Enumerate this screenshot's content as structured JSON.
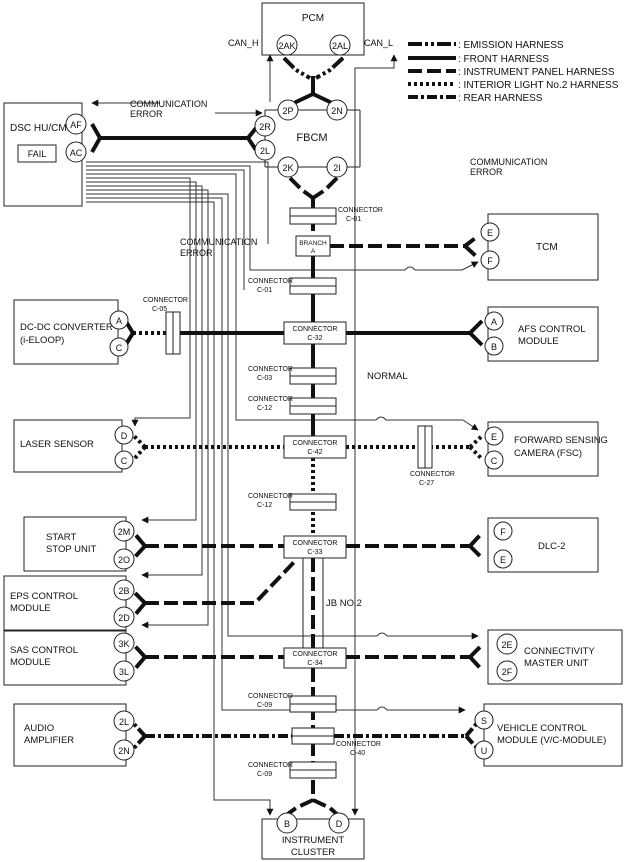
{
  "legend": [
    {
      "style": "emission",
      "label": ": EMISSION HARNESS"
    },
    {
      "style": "front",
      "label": ": FRONT HARNESS"
    },
    {
      "style": "ipanel",
      "label": ": INSTRUMENT PANEL HARNESS"
    },
    {
      "style": "interior",
      "label": ": INTERIOR LIGHT No.2 HARNESS"
    },
    {
      "style": "rear",
      "label": ": REAR HARNESS"
    }
  ],
  "modules": {
    "pcm": {
      "title": "PCM",
      "pins": [
        "2AK",
        "2AL"
      ],
      "can_h": "CAN_H",
      "can_l": "CAN_L"
    },
    "fbcm": {
      "title": "FBCM",
      "pins": [
        "2P",
        "2N",
        "2R",
        "2L",
        "2K",
        "2I"
      ]
    },
    "dsc": {
      "line1": "DSC HU/CM",
      "fail": "FAIL",
      "pins": [
        "AF",
        "AC"
      ]
    },
    "tcm": {
      "title": "TCM",
      "pins": [
        "E",
        "F"
      ]
    },
    "dcdc": {
      "line1": "DC-DC CONVERTER",
      "line2": "(i-ELOOP)",
      "pins": [
        "A",
        "C"
      ]
    },
    "afs": {
      "line1": "AFS CONTROL",
      "line2": "MODULE",
      "pins": [
        "A",
        "B"
      ]
    },
    "laser": {
      "title": "LASER SENSOR",
      "pins": [
        "D",
        "C"
      ]
    },
    "fsc": {
      "line1": "FORWARD SENSING",
      "line2": "CAMERA (FSC)",
      "pins": [
        "E",
        "C"
      ]
    },
    "start": {
      "line1": "START",
      "line2": "STOP UNIT",
      "pins": [
        "2M",
        "2O"
      ]
    },
    "dlc": {
      "title": "DLC-2",
      "pins": [
        "F",
        "E"
      ]
    },
    "eps": {
      "line1": "EPS CONTROL",
      "line2": "MODULE",
      "pins": [
        "2B",
        "2D"
      ]
    },
    "sas": {
      "line1": "SAS CONTROL",
      "line2": "MODULE",
      "pins": [
        "3K",
        "3L"
      ]
    },
    "cmu": {
      "line1": "CONNECTIVITY",
      "line2": "MASTER UNIT",
      "pins": [
        "2E",
        "2F"
      ]
    },
    "audio": {
      "line1": "AUDIO",
      "line2": "AMPLIFIER",
      "pins": [
        "2L",
        "2N"
      ]
    },
    "vcm": {
      "line1": "VEHICLE CONTROL",
      "line2": "MODULE (V/C-MODULE)",
      "pins": [
        "S",
        "U"
      ]
    },
    "ic": {
      "line1": "INSTRUMENT",
      "line2": "CLUSTER",
      "pins": [
        "B",
        "D"
      ]
    }
  },
  "connectors": {
    "c01_top": {
      "line1": "CONNECTOR",
      "line2": "C-01"
    },
    "branch": {
      "line1": "BRANCH",
      "line2": "A"
    },
    "c01_mid": {
      "line1": "CONNECTOR",
      "line2": "C-01"
    },
    "c05": {
      "line1": "CONNECTOR",
      "line2": "C-05"
    },
    "c32": {
      "line1": "CONNECTOR",
      "line2": "C-32"
    },
    "c03": {
      "line1": "CONNECTOR",
      "line2": "C-03"
    },
    "c12_a": {
      "line1": "CONNECTOR",
      "line2": "C-12"
    },
    "c42": {
      "line1": "CONNECTOR",
      "line2": "C-42"
    },
    "c27": {
      "line1": "CONNECTOR",
      "line2": "C-27"
    },
    "c12_b": {
      "line1": "CONNECTOR",
      "line2": "C-12"
    },
    "c33": {
      "line1": "CONNECTOR",
      "line2": "C-33"
    },
    "c34": {
      "line1": "CONNECTOR",
      "line2": "C-34"
    },
    "c09_a": {
      "line1": "CONNECTOR",
      "line2": "C-09"
    },
    "c40": {
      "line1": "CONNECTOR",
      "line2": "C-40"
    },
    "c09_b": {
      "line1": "CONNECTOR",
      "line2": "C-09"
    }
  },
  "labels": {
    "comm_error_1": {
      "line1": "COMMUNICATION",
      "line2": "ERROR"
    },
    "comm_error_2": {
      "line1": "COMMUNICATION",
      "line2": "ERROR"
    },
    "comm_error_3": {
      "line1": "COMMUNICATION",
      "line2": "ERROR"
    },
    "normal": "NORMAL",
    "jb": "JB NO.2"
  }
}
